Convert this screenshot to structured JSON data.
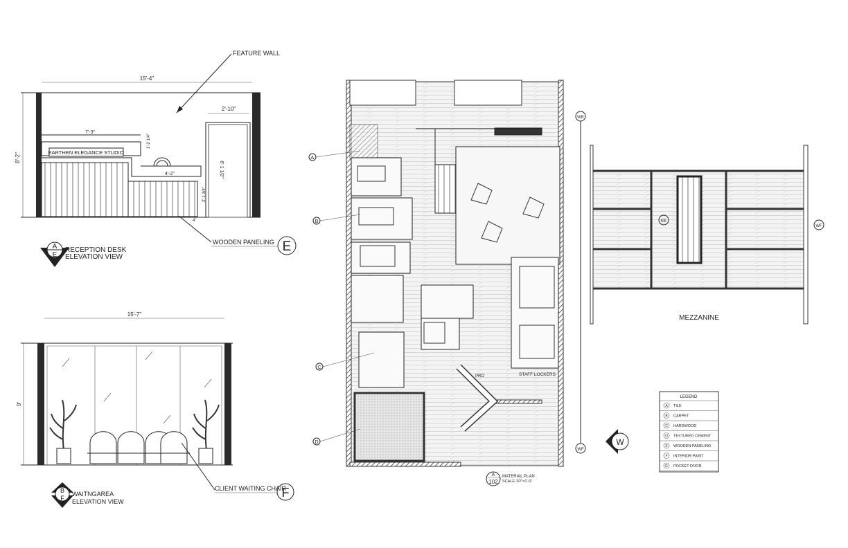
{
  "reception_elevation": {
    "title_line1": "RECEPTION DESK",
    "title_line2": "ELEVATION VIEW",
    "marker_top": "A",
    "marker_bottom": "E",
    "feature_wall": "FEATURE WALL",
    "sign": "EARTHEN ELEGANCE STUDIO",
    "dim_width": "15'-4\"",
    "dim_height": "8'-2\"",
    "dim_door_width": "2'-10\"",
    "dim_door_height": "6'-1 1/2\"",
    "dim_desk": "7'-3\"",
    "dim_desk_rise": "1'-2 1/4\"",
    "dim_counter": "4'-2\"",
    "dim_counter_h": "2'-1 3/4\"",
    "dim_base": "4\"",
    "wooden_paneling": "WOODEN PANELING",
    "wooden_paneling_tag": "E"
  },
  "waiting_elevation": {
    "title_line1": "WAITNGAREA",
    "title_line2": "ELEVATION VIEW",
    "marker_top": "B",
    "marker_bottom": "F",
    "dim_width": "15'-7\"",
    "dim_height": "9'",
    "chair_label": "CLIENT WAITING CHAIR",
    "chair_tag": "F"
  },
  "floor_plan": {
    "tags": [
      "A",
      "B",
      "C",
      "D"
    ],
    "staff_lockers": "STAFF  LOCKERS",
    "pantry": "PRO",
    "view_markers": [
      "WE",
      "WF"
    ],
    "title_number": "102",
    "title_letter": "A",
    "title": "MATERIAL PLAN",
    "scale": "SCALE:1/2\"=1'-0\""
  },
  "mezzanine": {
    "label": "MEZZANINE",
    "marker": "EE",
    "marker_right": "WF"
  },
  "north": {
    "label": "W"
  },
  "legend": {
    "title": "LEGEND",
    "items": [
      {
        "tag": "A",
        "label": "TILE"
      },
      {
        "tag": "B",
        "label": "CARPET"
      },
      {
        "tag": "C",
        "label": "HARDWOOD"
      },
      {
        "tag": "D",
        "label": "TEXTURED  CEMENT"
      },
      {
        "tag": "E",
        "label": "WOODEN PANELING"
      },
      {
        "tag": "F",
        "label": "INTERIOR PAINT"
      },
      {
        "tag": "G",
        "label": "POCKET DOOR"
      }
    ]
  }
}
